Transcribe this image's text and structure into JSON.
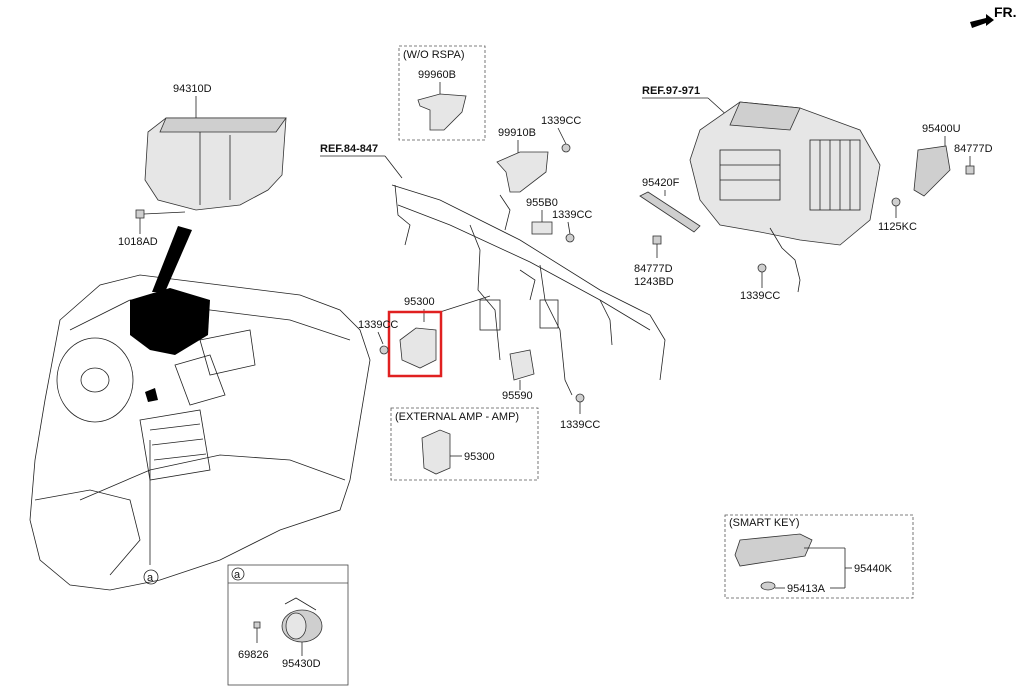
{
  "orientation": {
    "label": "FR."
  },
  "references": {
    "ref_84": "REF.84-847",
    "ref_97": "REF.97-971"
  },
  "groups": {
    "wo_rspa": "(W/O RSPA)",
    "external_amp": "(EXTERNAL AMP - AMP)",
    "smart_key": "(SMART KEY)",
    "detail_a": "a"
  },
  "parts": {
    "p94310D": "94310D",
    "p1018AD": "1018AD",
    "p99960B": "99960B",
    "p99910B": "99910B",
    "p1339CC_top": "1339CC",
    "p955B0": "955B0",
    "p1339CC_mid": "1339CC",
    "p95300": "95300",
    "p1339CC_left": "1339CC",
    "p95590": "95590",
    "p1339CC_bottom": "1339CC",
    "p95300_ext": "95300",
    "p95420F": "95420F",
    "p84777D_lower": "84777D",
    "p1243BD": "1243BD",
    "p1339CC_right": "1339CC",
    "p95400U": "95400U",
    "p84777D_upper": "84777D",
    "p1125KC": "1125KC",
    "p95440K": "95440K",
    "p95413A": "95413A",
    "p69826": "69826",
    "p95430D": "95430D",
    "callout_a": "a"
  },
  "colors": {
    "highlight": "#e02020",
    "line": "#222222"
  }
}
